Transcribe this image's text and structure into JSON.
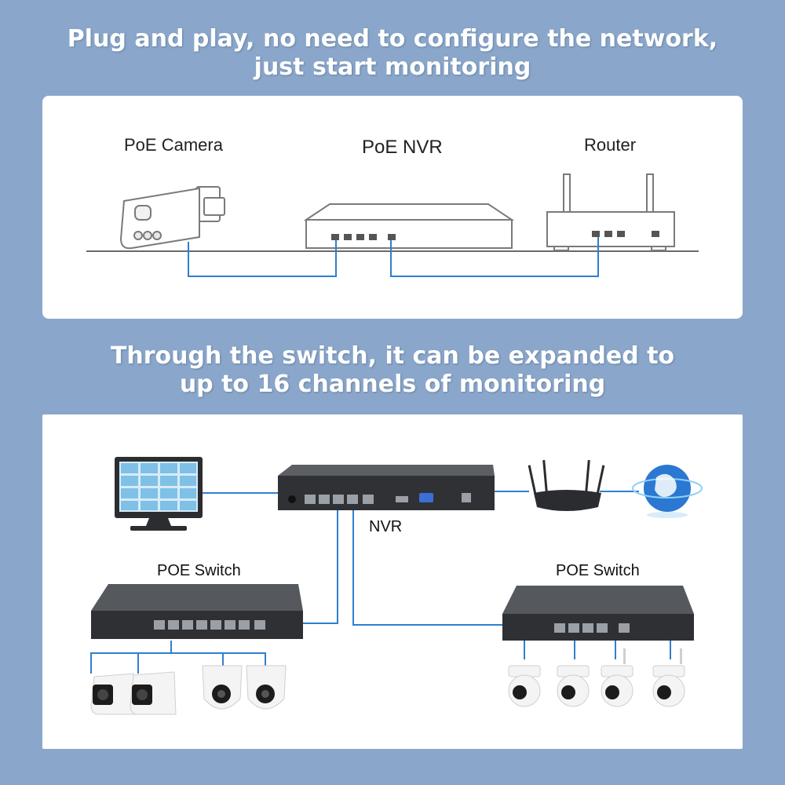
{
  "headline_top": {
    "line1": "Plug and play, no need to configure the network,",
    "line2": "just start monitoring"
  },
  "headline_bottom": {
    "line1": "Through the switch, it can be expanded to",
    "line2": "up to 16 channels of monitoring"
  },
  "diagram_top": {
    "camera_label": "PoE Camera",
    "nvr_label": "PoE NVR",
    "router_label": "Router"
  },
  "diagram_bottom": {
    "nvr_label": "NVR",
    "switch_left_label": "POE Switch",
    "switch_right_label": "POE Switch"
  },
  "colors": {
    "background": "#8aa7cb",
    "cable": "#2f7fd0",
    "device_dark": "#3a3c40"
  }
}
